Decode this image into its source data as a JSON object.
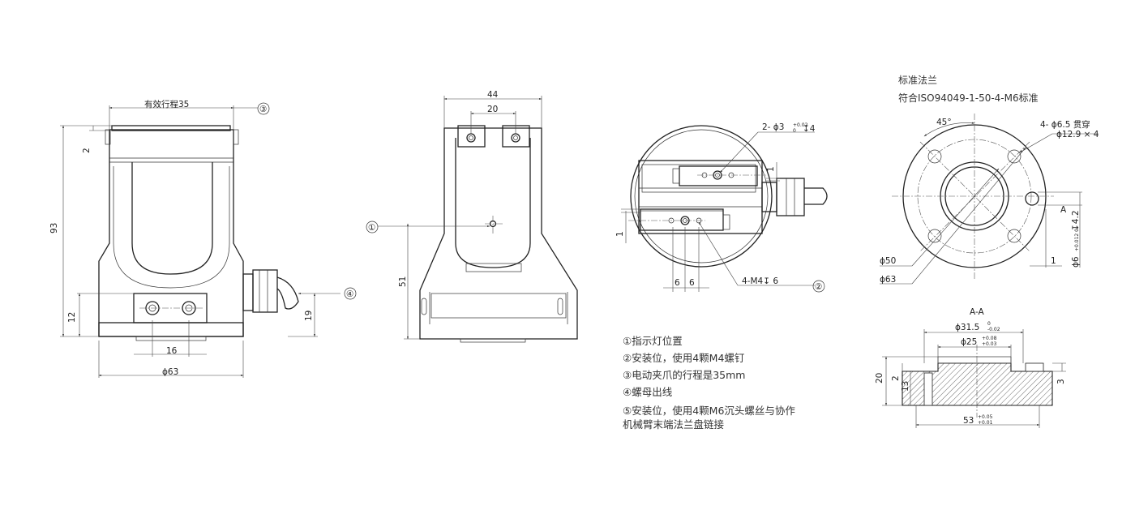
{
  "front_view": {
    "stroke_label": "有效行程35",
    "height_total": "93",
    "top_offset": "2",
    "bottom_height": "12",
    "hole_spacing": "16",
    "diameter": "ϕ63",
    "cable_height": "19",
    "callout_3": "③",
    "callout_4": "④"
  },
  "side_view": {
    "width_total": "44",
    "hole_spacing": "20",
    "height": "51",
    "callout_1": "①"
  },
  "top_view": {
    "pin_hole": "2- ϕ3",
    "pin_tol_upper": "+0.02",
    "pin_tol_lower": "0",
    "pin_depth": "↧4",
    "thread_spec": "4-M4↧ 6",
    "dim_6a": "6",
    "dim_6b": "6",
    "dim_1a": "1",
    "dim_1b": "1",
    "callout_2": "②"
  },
  "flange": {
    "title": "标准法兰",
    "standard": "符合ISO94049-1-50-4-M6标准",
    "angle": "45°",
    "hole_spec": "4- ϕ6.5 贯穿",
    "counterbore": "ϕ12.9 × 4",
    "pcd": "ϕ50",
    "outer": "ϕ63",
    "section_mark": "A",
    "pin_spec": "ϕ6",
    "pin_tol": "+0.012 0",
    "pin_depth": "↧4.2",
    "pin_offset": "1"
  },
  "section": {
    "title": "A-A",
    "d_outer": "ϕ31.5",
    "d_outer_tol_upper": "0",
    "d_outer_tol_lower": "-0.02",
    "d_inner": "ϕ25",
    "d_inner_tol_upper": "+0.08",
    "d_inner_tol_lower": "+0.03",
    "height": "20",
    "step": "2",
    "body": "13",
    "right_step": "3",
    "width": "53",
    "width_tol_upper": "+0.05",
    "width_tol_lower": "+0.01"
  },
  "notes": [
    "①指示灯位置",
    "②安装位，使用4颗M4螺钉",
    "③电动夹爪的行程是35mm",
    "④螺母出线",
    "⑤安装位，使用4颗M6沉头螺丝与协作",
    "机械臂末端法兰盘链接"
  ]
}
